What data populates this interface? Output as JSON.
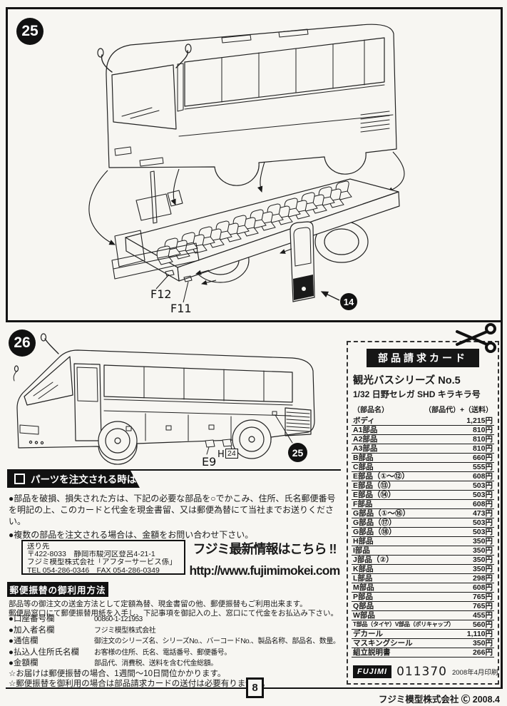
{
  "colors": {
    "ink": "#1a1a1a",
    "paper": "#f7f6f2"
  },
  "page": {
    "page_number": "8",
    "footer_copyright": "フジミ模型株式会社 Ⓒ 2008.4"
  },
  "step25": {
    "number": "25",
    "part_labels": {
      "f12": "F12",
      "f11": "F11"
    },
    "callout_14": "14"
  },
  "step26": {
    "number": "26",
    "part_labels": {
      "e9": "E9",
      "h": "H",
      "h24": "24"
    },
    "callout_25": "25"
  },
  "order_section": {
    "title": "パーツを注文される時は",
    "bullets": [
      "●部品を破損、損失された方は、下記の必要な部品を○でかこみ、住所、氏名郵便番号を明記の上、このカードと代金を現金書留、又は郵便為替にて当社までお送りください。",
      "●複数の部品を注文される場合は、金額をお問い合わせ下さい。"
    ],
    "address_box": {
      "lines": [
        "送り先",
        "〒422-8033　静岡市駿河区登呂4-21-1",
        "フジミ模型株式会社「アフターサービス係」",
        "TEL 054-286-0346　FAX 054-286-0349"
      ]
    },
    "promo": {
      "headline": "フジミ最新情報はこちら !!",
      "url": "http://www.fujimimokei.com"
    }
  },
  "postal_section": {
    "title": "郵便振替の御利用方法",
    "intro": [
      "部品等の御注文の送金方法として定額為替、現金書留の他、郵便振替もご利用出来ます。",
      "郵便局窓口にて郵便振替用紙を入手し、下記事項を御記入の上、窓口にて代金をお払込み下さい。"
    ],
    "fields": [
      {
        "label": "●口座番号欄",
        "value": "00860-1-121953"
      },
      {
        "label": "●加入者名欄",
        "value": "フジミ模型株式会社"
      },
      {
        "label": "●通信欄",
        "value": "御注文のシリーズ名、シリーズNo.、バーコードNo.、製品名称、部品名、数量。"
      },
      {
        "label": "●払込人住所氏名欄",
        "value": "お客様の住所、氏名、電話番号、郵便番号。"
      },
      {
        "label": "●金額欄",
        "value": "部品代、消費税、送料を含む代金総額。"
      }
    ],
    "notes": [
      "☆お届けは郵便振替の場合、1週間〜10日間位かかります。",
      "☆郵便振替を御利用の場合は部品請求カードの送付は必要有りません。"
    ]
  },
  "parts_card": {
    "title": "部品請求カード",
    "series": "観光バスシリーズ No.5",
    "product": "1/32 日野セレガ SHD キラキラ号",
    "columns": {
      "name": "（部品名）",
      "price": "（部品代）+（送料）"
    },
    "rows": [
      {
        "name": "ボディ",
        "price": "1,215円"
      },
      {
        "name": "A1部品",
        "price": "810円"
      },
      {
        "name": "A2部品",
        "price": "810円"
      },
      {
        "name": "A3部品",
        "price": "810円"
      },
      {
        "name": "B部品",
        "price": "660円"
      },
      {
        "name": "C部品",
        "price": "555円"
      },
      {
        "name": "E部品（①〜⑫）",
        "price": "608円"
      },
      {
        "name": "E部品（⑬）",
        "price": "503円"
      },
      {
        "name": "E部品（⑭）",
        "price": "503円"
      },
      {
        "name": "F部品",
        "price": "608円"
      },
      {
        "name": "G部品（①〜⑯）",
        "price": "473円"
      },
      {
        "name": "G部品（⑰）",
        "price": "503円"
      },
      {
        "name": "G部品（⑱）",
        "price": "503円"
      },
      {
        "name": "H部品",
        "price": "350円"
      },
      {
        "name": "I部品",
        "price": "350円"
      },
      {
        "name": "J部品（②）",
        "price": "350円"
      },
      {
        "name": "K部品",
        "price": "350円"
      },
      {
        "name": "L部品",
        "price": "298円"
      },
      {
        "name": "M部品",
        "price": "608円"
      },
      {
        "name": "P部品",
        "price": "765円"
      },
      {
        "name": "Q部品",
        "price": "765円"
      },
      {
        "name": "W部品",
        "price": "455円"
      },
      {
        "name": "T部品（タイヤ）V部品（ポリキャップ）",
        "price": "560円"
      },
      {
        "name": "デカール",
        "price": "1,110円"
      },
      {
        "name": "マスキングシール",
        "price": "350円"
      },
      {
        "name": "組立説明書",
        "price": "266円"
      }
    ],
    "footer": {
      "logo": "FUJIMI",
      "code": "011370",
      "printed": "2008年4月印刷"
    }
  }
}
